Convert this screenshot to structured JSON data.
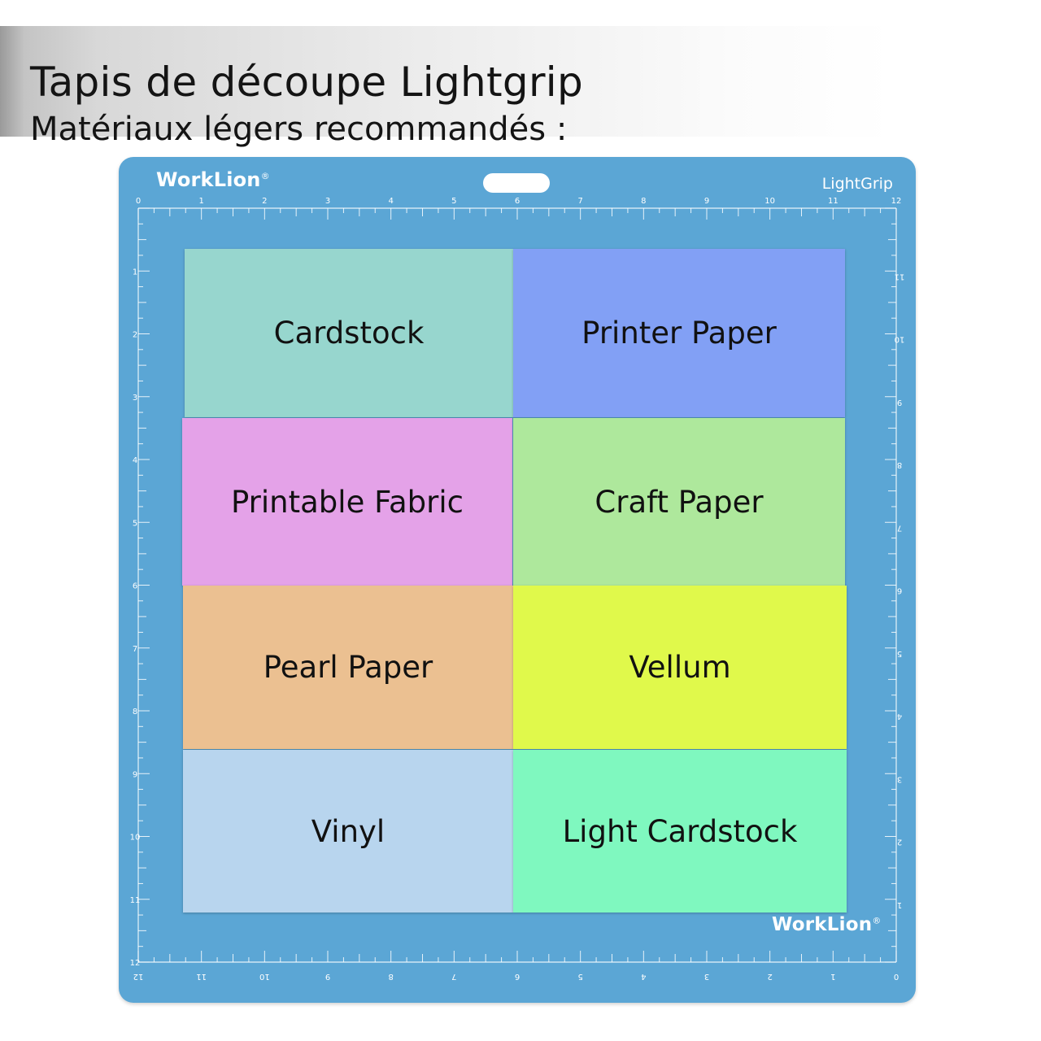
{
  "header": {
    "title": "Tapis de découpe Lightgrip",
    "subtitle": "Matériaux légers recommandés :"
  },
  "mat": {
    "brand": "WorkLion",
    "brand_mark": "®",
    "model": "LightGrip",
    "color": "#5ba6d5",
    "ruler_top": [
      "0",
      "1",
      "2",
      "3",
      "4",
      "5",
      "6",
      "7",
      "8",
      "9",
      "10",
      "11",
      "12"
    ],
    "ruler_bottom": [
      "12",
      "11",
      "10",
      "9",
      "8",
      "7",
      "6",
      "5",
      "4",
      "3",
      "2",
      "1",
      "0"
    ],
    "ruler_left": [
      "1",
      "2",
      "3",
      "4",
      "5",
      "6",
      "7",
      "8",
      "9",
      "10",
      "11",
      "12"
    ],
    "ruler_right": [
      "11",
      "10",
      "9",
      "8",
      "7",
      "6",
      "5",
      "4",
      "3",
      "2",
      "1"
    ]
  },
  "materials": [
    {
      "label": "Cardstock",
      "color": "#97d6ce"
    },
    {
      "label": "Printer Paper",
      "color": "#82a0f5"
    },
    {
      "label": "Printable Fabric",
      "color": "#e4a2e8"
    },
    {
      "label": "Craft Paper",
      "color": "#aee89c"
    },
    {
      "label": "Pearl Paper",
      "color": "#ebc091"
    },
    {
      "label": "Vellum",
      "color": "#e0f94b"
    },
    {
      "label": "Vinyl",
      "color": "#b8d5ee"
    },
    {
      "label": "Light Cardstock",
      "color": "#7ff8bf"
    }
  ]
}
